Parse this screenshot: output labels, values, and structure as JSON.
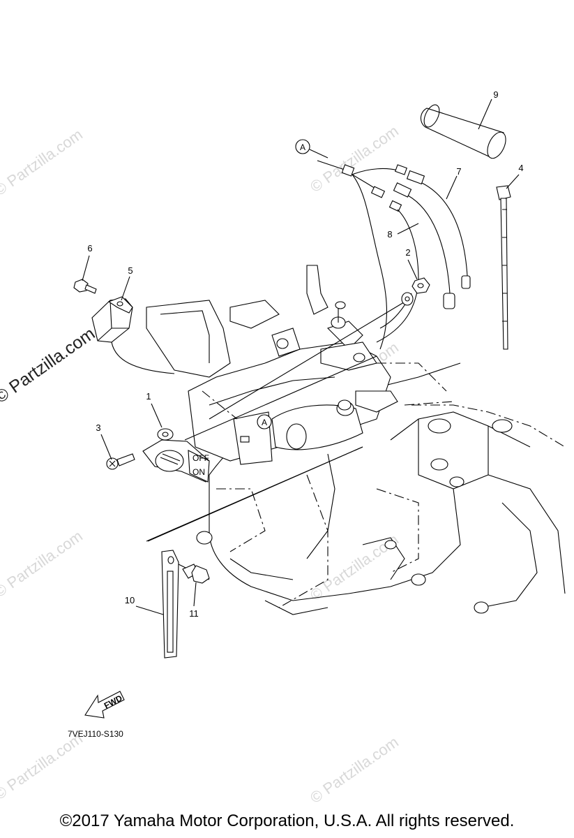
{
  "diagram": {
    "callouts": [
      "1",
      "2",
      "3",
      "4",
      "5",
      "6",
      "7",
      "8",
      "9",
      "10",
      "11"
    ],
    "reference_marker": "A",
    "part_code": "7VEJ110-S130",
    "fwd_label": "FWD",
    "switch_labels": {
      "off": "OFF",
      "on": "ON"
    }
  },
  "watermarks": {
    "text": "© Partzilla.com",
    "featured": "© Partzilla.com"
  },
  "footer": {
    "copyright": "©2017  Yamaha Motor Corporation, U.S.A. All rights reserved."
  }
}
